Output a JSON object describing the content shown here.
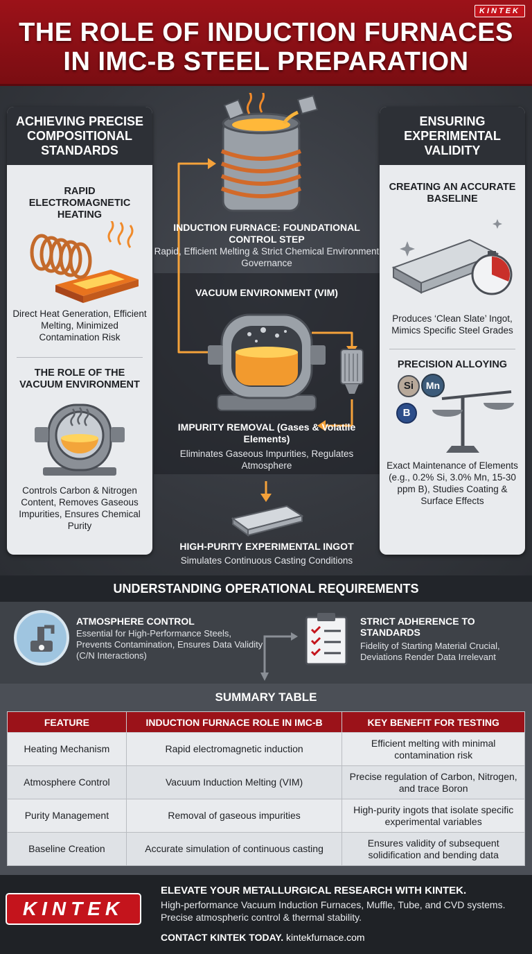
{
  "brand": "KINTEK",
  "title": {
    "line1": "THE ROLE OF INDUCTION FURNACES",
    "line2": "IN IMC-B STEEL PREPARATION"
  },
  "left_card": {
    "heading": "ACHIEVING PRECISE COMPOSITIONAL STANDARDS",
    "s1_heading": "RAPID ELECTROMAGNETIC HEATING",
    "s1_body": "Direct Heat Generation, Efficient Melting, Minimized Contamination Risk",
    "s2_heading": "THE ROLE OF THE VACUUM ENVIRONMENT",
    "s2_body": "Controls Carbon & Nitrogen Content, Removes Gaseous Impurities, Ensures Chemical Purity"
  },
  "center": {
    "furnace_title": "INDUCTION FURNACE: FOUNDATIONAL CONTROL STEP",
    "furnace_body": "Rapid, Efficient Melting & Strict Chemical Environment Governance",
    "vim_title": "VACUUM ENVIRONMENT (VIM)",
    "impurity_title": "IMPURITY REMOVAL (Gases & Volatile Elements)",
    "impurity_body": "Eliminates Gaseous Impurities, Regulates Atmosphere",
    "ingot_title": "HIGH-PURITY EXPERIMENTAL INGOT",
    "ingot_body": "Simulates Continuous Casting Conditions"
  },
  "right_card": {
    "heading": "ENSURING EXPERIMENTAL VALIDITY",
    "s1_heading": "CREATING AN ACCURATE BASELINE",
    "s1_body": "Produces ‘Clean Slate’ Ingot, Mimics Specific Steel Grades",
    "s2_heading": "PRECISION ALLOYING",
    "s2_body": "Exact Maintenance of Elements (e.g., 0.2% Si, 3.0% Mn, 15-30 ppm B), Studies Coating & Surface Effects",
    "elements": {
      "si": "Si",
      "mn": "Mn",
      "b": "B"
    }
  },
  "ops": {
    "title": "UNDERSTANDING OPERATIONAL REQUIREMENTS",
    "atm_heading": "ATMOSPHERE CONTROL",
    "atm_body": "Essential for High-Performance Steels, Prevents Contamination, Ensures Data Validity (C/N Interactions)",
    "std_heading": "STRICT ADHERENCE TO STANDARDS",
    "std_body": "Fidelity of Starting Material Crucial, Deviations Render Data Irrelevant"
  },
  "summary": {
    "title": "SUMMARY TABLE",
    "headers": [
      "FEATURE",
      "INDUCTION FURNACE ROLE IN IMC-B",
      "KEY BENEFIT FOR TESTING"
    ],
    "rows": [
      [
        "Heating Mechanism",
        "Rapid electromagnetic induction",
        "Efficient melting with minimal contamination risk"
      ],
      [
        "Atmosphere Control",
        "Vacuum Induction Melting (VIM)",
        "Precise regulation of Carbon, Nitrogen, and trace Boron"
      ],
      [
        "Purity Management",
        "Removal of gaseous impurities",
        "High-purity ingots that isolate specific experimental variables"
      ],
      [
        "Baseline Creation",
        "Accurate simulation of continuous casting",
        "Ensures validity of subsequent solidification and bending data"
      ]
    ]
  },
  "footer": {
    "logo": "KINTEK",
    "headline": "ELEVATE YOUR METALLURGICAL RESEARCH WITH KINTEK.",
    "body": "High-performance Vacuum Induction Furnaces, Muffle, Tube, and CVD systems. Precise atmospheric control & thermal stability.",
    "cta": "CONTACT KINTEK TODAY.",
    "url": "kintekfurnace.com"
  },
  "colors": {
    "brand_red": "#9b1219",
    "dark": "#2d3036",
    "card": "#e9ebee",
    "accent_orange": "#f5a23a"
  }
}
